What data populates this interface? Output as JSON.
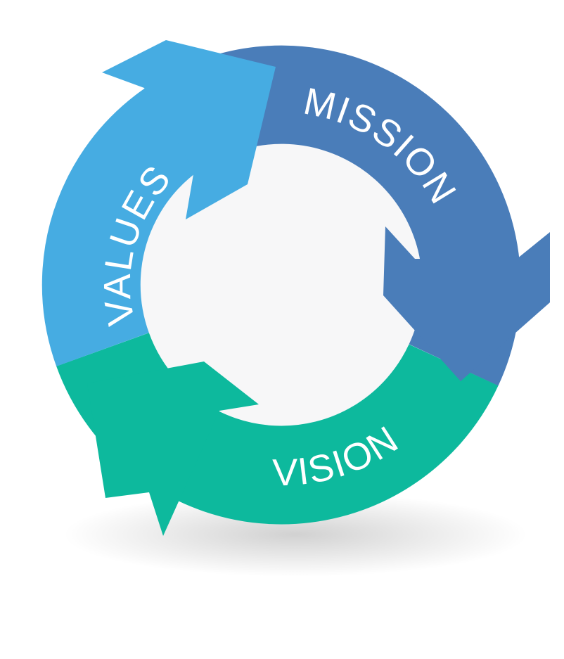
{
  "diagram": {
    "type": "cycle",
    "segments": [
      {
        "label": "MISSION",
        "color": "#4a7db9"
      },
      {
        "label": "VISION",
        "color": "#0db99d"
      },
      {
        "label": "VALUES",
        "color": "#46ace2"
      }
    ],
    "center_color": "#f7f7f8"
  }
}
